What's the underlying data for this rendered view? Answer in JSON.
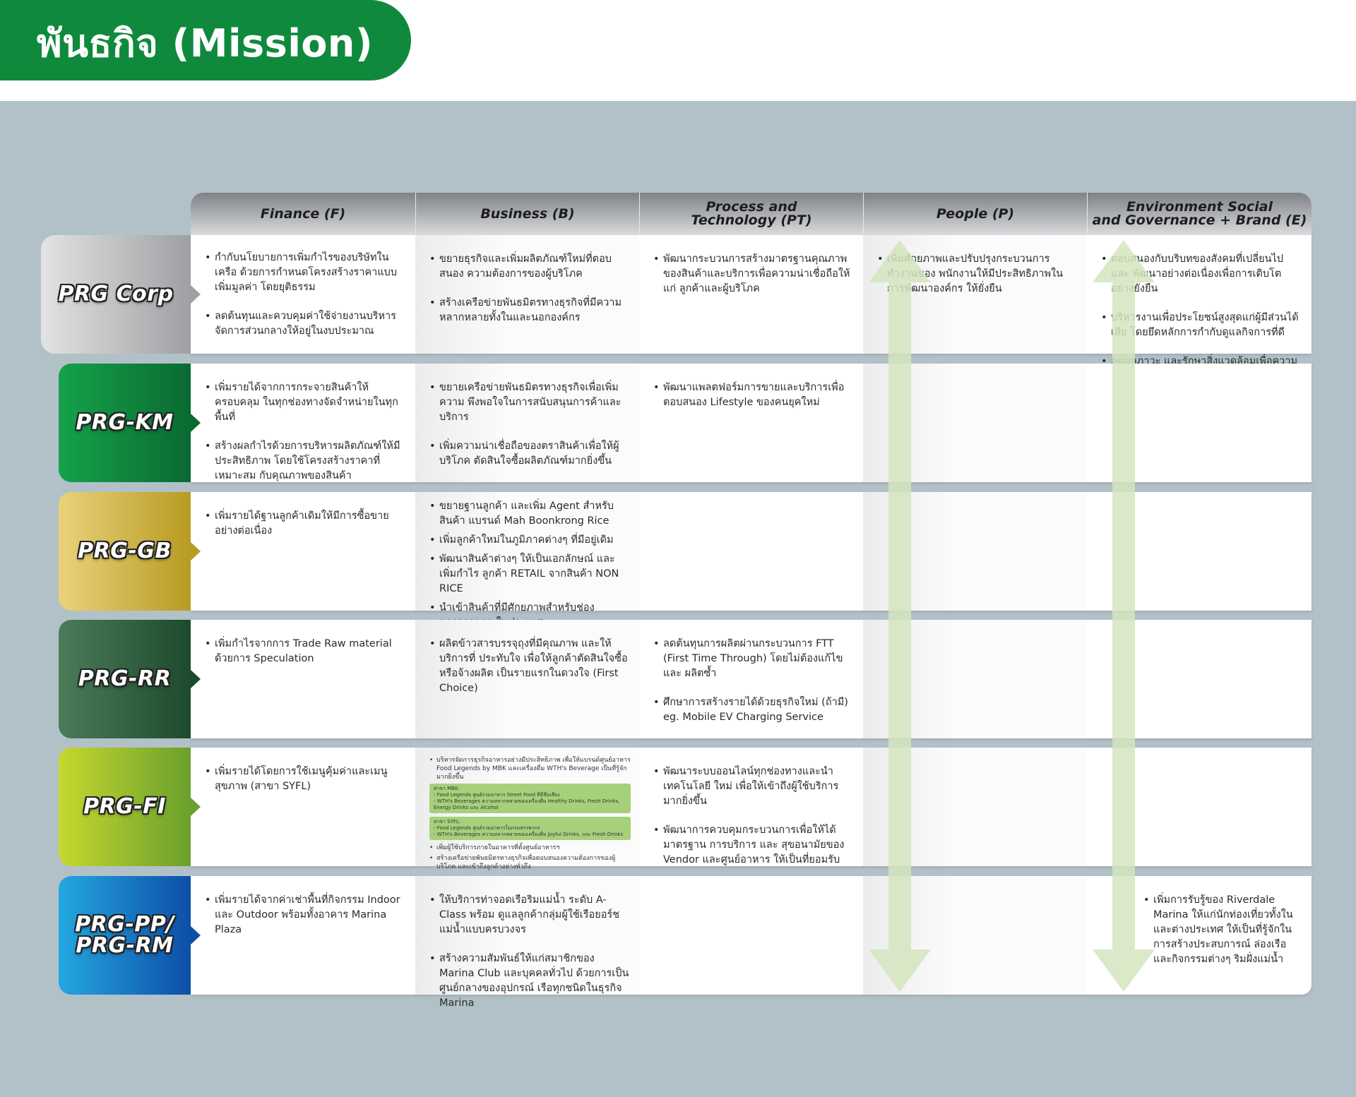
{
  "title": "พันธกิจ (Mission)",
  "columns": [
    {
      "label_line1": "Finance (F)",
      "label_line2": ""
    },
    {
      "label_line1": "Business (B)",
      "label_line2": ""
    },
    {
      "label_line1": "Process and",
      "label_line2": "Technology (PT)"
    },
    {
      "label_line1": "People (P)",
      "label_line2": ""
    },
    {
      "label_line1": "Environment Social",
      "label_line2": "and Governance + Brand (E)"
    }
  ],
  "rows": [
    {
      "label_line1": "PRG Corp",
      "label_line2": "",
      "cells": [
        [
          "กำกับนโยบายการเพิ่มกำไรของบริษัทในเครือ ด้วยการกำหนดโครงสร้างราคาแบบเพิ่มมูลค่า โดยยุติธรรม",
          "ลดต้นทุนและควบคุมค่าใช้จ่ายงานบริหาร จัดการส่วนกลางให้อยู่ในงบประมาณ"
        ],
        [
          "ขยายธุรกิจและเพิ่มผลิตภัณฑ์ใหม่ที่ตอบสนอง ความต้องการของผู้บริโภค",
          "สร้างเครือข่ายพันธมิตรทางธุรกิจที่มีความ หลากหลายทั้งในและนอกองค์กร"
        ],
        [
          "พัฒนากระบวนการสร้างมาตรฐานคุณภาพ ของสินค้าและบริการเพื่อความน่าเชื่อถือให้แก่ ลูกค้าและผู้บริโภค"
        ],
        [
          "เพิ่มศักยภาพและปรับปรุงกระบวนการทำงานของ พนักงานให้มีประสิทธิภาพในการพัฒนาองค์กร ให้ยั่งยืน"
        ],
        [
          "ตอบสนองกับบริบทของสังคมที่เปลี่ยนไปและ พัฒนาอย่างต่อเนื่องเพื่อการเติบโตอย่างยั่งยืน",
          "บริหารงานเพื่อประโยชน์สูงสุดแก่ผู้มีส่วนได้เสีย โดยยึดหลักการกำกับดูแลกิจการที่ดี",
          "ลดมลภาวะ และรักษาสิ่งแวดล้อมเพื่อความยั่งยืน ของธุรกิจ"
        ]
      ]
    },
    {
      "label_line1": "PRG-KM",
      "label_line2": "",
      "cells": [
        [
          "เพิ่มรายได้จากการกระจายสินค้าให้ครอบคลุม ในทุกช่องทางจัดจำหน่ายในทุกพื้นที่",
          "สร้างผลกำไรด้วยการบริหารผลิตภัณฑ์ให้มี ประสิทธิภาพ โดยใช้โครงสร้างราคาที่เหมาะสม กับคุณภาพของสินค้า"
        ],
        [
          "ขยายเครือข่ายพันธมิตรทางธุรกิจเพื่อเพิ่มความ พึงพอใจในการสนับสนุนการค้าและบริการ",
          "เพิ่มความน่าเชื่อถือของตราสินค้าเพื่อให้ผู้บริโภค ตัดสินใจซื้อผลิตภัณฑ์มากยิ่งขึ้น"
        ],
        [
          "พัฒนาแพลตฟอร์มการขายและบริการเพื่อ ตอบสนอง Lifestyle ของคนยุคใหม่"
        ],
        [],
        []
      ]
    },
    {
      "label_line1": "PRG-GB",
      "label_line2": "",
      "cells": [
        [
          "เพิ่มรายได้ฐานลูกค้าเดิมให้มีการซื้อขาย อย่างต่อเนื่อง"
        ],
        [
          "ขยายฐานลูกค้า และเพิ่ม Agent สำหรับสินค้า แบรนด์ Mah Boonkrong Rice",
          "เพิ่มลูกค้าใหม่ในภูมิภาคต่างๆ ที่มีอยู่เดิม",
          "พัฒนาสินค้าต่างๆ ให้เป็นเอกลักษณ์ และเพิ่มกำไร ลูกค้า RETAIL จากสินค้า NON RICE",
          "นำเข้าสินค้าที่มีศักยภาพสำหรับช่องทางการขาย ในประเทศ"
        ],
        [],
        [],
        []
      ]
    },
    {
      "label_line1": "PRG-RR",
      "label_line2": "",
      "cells": [
        [
          "เพิ่มกำไรจากการ Trade Raw material ด้วยการ Speculation"
        ],
        [
          "ผลิตข้าวสารบรรจุถุงที่มีคุณภาพ และให้บริการที่ ประทับใจ เพื่อให้ลูกค้าตัดสินใจซื้อหรือจ้างผลิต เป็นรายแรกในดวงใจ (First Choice)"
        ],
        [
          "ลดต้นทุนการผลิตผ่านกระบวนการ FTT (First Time Through) โดยไม่ต้องแก้ไขและ ผลิตซ้ำ",
          "ศึกษาการสร้างรายได้ด้วยธุรกิจใหม่ (ถ้ามี) eg. Mobile EV Charging Service"
        ],
        [],
        []
      ]
    },
    {
      "label_line1": "PRG-FI",
      "label_line2": "",
      "cells": [
        [
          "เพิ่มรายได้โดยการใช้เมนูคุ้มค่าและเมนูสุขภาพ (สาขา SYFL)"
        ],
        [],
        [
          "พัฒนาระบบออนไลน์ทุกช่องทางและนำเทคโนโลยี ใหม่ เพื่อให้เข้าถึงผู้ใช้บริการมากยิ่งขึ้น",
          "พัฒนาการควบคุมกระบวนการเพื่อให้ได้มาตรฐาน การบริการ และ สุขอนามัยของ Vendor และศูนย์อาหาร ให้เป็นที่ยอมรับ"
        ],
        [],
        []
      ],
      "fi_business": {
        "intro": "บริหารจัดการธุรกิจอาหารอย่างมีประสิทธิภาพ เพื่อให้แบรนด์ศูนย์อาหาร Food Legends by MBK และเครื่องดื่ม WTH's Beverage เป็นที่รู้จักมากยิ่งขึ้น",
        "box1_title": "สาขา MBK:",
        "box1_l1": "- Food Legends ศูนย์รวมอาหาร Street Food ที่มีชื่อเสียง",
        "box1_l2": "- WTH's Beverages ความหลากหลายของเครื่องดื่ม Healthy Drinks, Fresh Drinks, Energy Drinks และ Alcohol",
        "box2_title": "สาขา SYFL:",
        "box2_l1": "- Food Legends ศูนย์รวมอาหารในกรมสรรพากร",
        "box2_l2": "- WTH's Beverages ความหลากหลายของเครื่องดื่ม Joyful Drinks, และ Fresh Drinks",
        "after1": "เพิ่มผู้ใช้บริการภายในอาคารที่ตั้งศูนย์อาหารฯ",
        "after2": "สร้างเครือข่ายพันธมิตรทางธุรกิจเพื่อตอบสนองความต้องการของผู้บริโภค และเข้าถึงลูกค้าอย่างทั่วถึง"
      }
    },
    {
      "label_line1": "PRG-PP/",
      "label_line2": "PRG-RM",
      "cells": [
        [
          "เพิ่มรายได้จากค่าเช่าพื้นที่กิจกรรม Indoor และ Outdoor พร้อมทั้งอาคาร Marina Plaza"
        ],
        [
          "ให้บริการท่าจอดเรือริมแม่น้ำ ระดับ A-Class พร้อม ดูแลลูกค้ากลุ่มผู้ใช้เรือยอร์ชแม่น้ำแบบครบวงจร",
          "สร้างความสัมพันธ์ให้แก่สมาชิกของ Marina Club และบุคคลทั่วไป ด้วยการเป็นศูนย์กลางของอุปกรณ์ เรือทุกชนิดในธุรกิจ Marina"
        ],
        [],
        [],
        [
          "เพิ่มการรับรู้ของ Riverdale Marina ให้แก่นักท่องเที่ยวทั้งในและต่างประเทศ ให้เป็นที่รู้จักในการสร้างประสบการณ์ ล่องเรือและกิจกรรมต่างๆ ริมฝั่งแม่น้ำ"
        ]
      ]
    }
  ],
  "colors": {
    "title_bg": "#0f8a3c",
    "panel_bg": "#b2c1c8",
    "arrow": "#d4e6be"
  }
}
